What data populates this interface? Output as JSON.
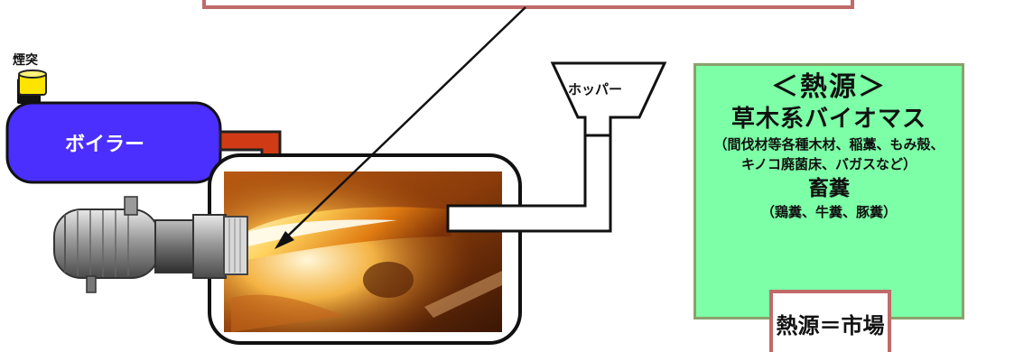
{
  "labels": {
    "chimney": "煙突",
    "boiler": "ボイラー",
    "hopper": "ホッパー"
  },
  "heat_source_box": {
    "heading": "＜熱源＞",
    "category1": "草木系バイオマス",
    "category1_detail_line1": "（間伐材等各種木材、稲藁、もみ殻、",
    "category1_detail_line2": "キノコ廃菌床、バガスなど）",
    "category2": "畜糞",
    "category2_detail": "（鶏糞、牛糞、豚糞）"
  },
  "market_box": {
    "text": "熱源＝市場"
  },
  "colors": {
    "boiler_fill": "#4a2fff",
    "duct_fill": "#d03b16",
    "chimney_fill": "#ffe400",
    "heat_box_fill": "#7cffa6",
    "heat_box_border": "#8aa26c",
    "callout_border": "#c06a6a"
  },
  "icons": {
    "up_arrow": "outline-up-arrow-icon",
    "pointer_arrow": "diagonal-arrow-icon"
  }
}
